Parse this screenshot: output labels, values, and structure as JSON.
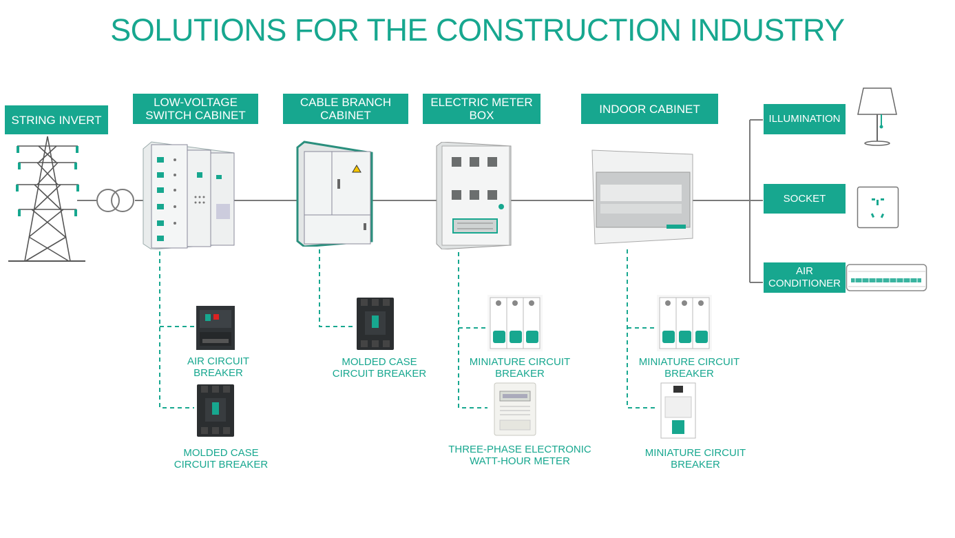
{
  "title": "SOLUTIONS FOR THE CONSTRUCTION INDUSTRY",
  "colors": {
    "accent": "#17a78f",
    "line": "#6b6b6b"
  },
  "stages": [
    {
      "label": "STRING INVERT",
      "icon": "power-tower-icon"
    },
    {
      "label": "LOW-VOLTAGE\nSWITCH CABINET",
      "icon": "switch-cabinet-icon"
    },
    {
      "label": "CABLE BRANCH\nCABINET",
      "icon": "branch-cabinet-icon"
    },
    {
      "label": "ELECTRIC METER\nBOX",
      "icon": "meter-box-icon"
    },
    {
      "label": "INDOOR CABINET",
      "icon": "indoor-cabinet-icon"
    }
  ],
  "loads": [
    {
      "label": "ILLUMINATION",
      "icon": "lamp-icon"
    },
    {
      "label": "SOCKET",
      "icon": "socket-icon"
    },
    {
      "label": "AIR\nCONDITIONER",
      "icon": "air-conditioner-icon"
    }
  ],
  "components": {
    "switch_cabinet": [
      {
        "label": "AIR CIRCUIT\nBREAKER",
        "icon": "air-circuit-breaker-icon"
      },
      {
        "label": "MOLDED CASE\nCIRCUIT BREAKER",
        "icon": "molded-case-breaker-icon"
      }
    ],
    "branch_cabinet": [
      {
        "label": "MOLDED CASE\nCIRCUIT BREAKER",
        "icon": "molded-case-breaker-icon"
      }
    ],
    "meter_box": [
      {
        "label": "MINIATURE CIRCUIT\nBREAKER",
        "icon": "miniature-breaker-icon"
      },
      {
        "label": "THREE-PHASE ELECTRONIC\nWATT-HOUR METER",
        "icon": "watt-hour-meter-icon"
      }
    ],
    "indoor_cabinet": [
      {
        "label": "MINIATURE CIRCUIT\nBREAKER",
        "icon": "miniature-breaker-icon"
      },
      {
        "label": "MINIATURE CIRCUIT\nBREAKER",
        "icon": "miniature-breaker-single-icon"
      }
    ]
  }
}
